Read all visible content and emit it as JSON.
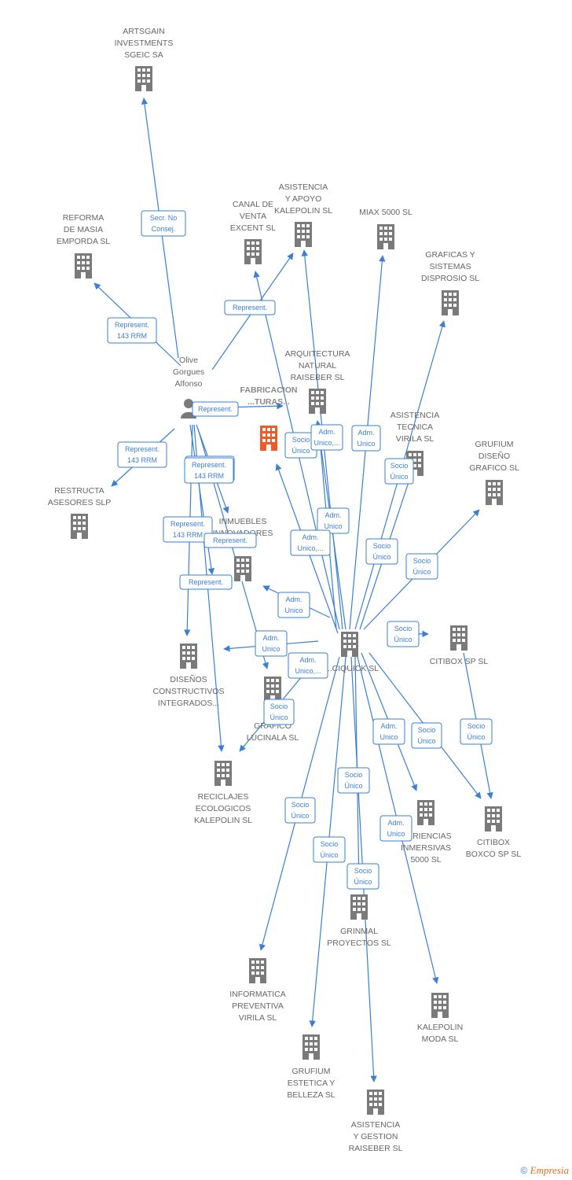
{
  "colors": {
    "edge": "#3a7fd5",
    "building": "#7a7a7a",
    "main_building": "#f05a28",
    "person": "#7a7a7a"
  },
  "nodes": [
    {
      "id": "artsgain",
      "type": "company",
      "lines": [
        "ARTSGAIN",
        "INVESTMENTS",
        "SGEIC SA"
      ]
    },
    {
      "id": "reforma",
      "type": "company",
      "lines": [
        "REFORMA",
        "DE MASIA",
        "EMPORDA SL"
      ]
    },
    {
      "id": "canal",
      "type": "company",
      "lines": [
        "CANAL DE",
        "VENTA",
        "EXCENT SL"
      ]
    },
    {
      "id": "asistencia_apoyo",
      "type": "company",
      "lines": [
        "ASISTENCIA",
        "Y APOYO",
        "KALEPOLIN SL"
      ]
    },
    {
      "id": "miax",
      "type": "company",
      "lines": [
        "MIAX 5000 SL"
      ]
    },
    {
      "id": "graficas",
      "type": "company",
      "lines": [
        "GRAFICAS Y",
        "SISTEMAS",
        "DISPROSIO SL"
      ]
    },
    {
      "id": "arquitectura",
      "type": "company",
      "lines": [
        "ARQUITECTURA",
        "NATURAL",
        "RAISEBER SL"
      ]
    },
    {
      "id": "fabricacion",
      "type": "main",
      "lines": [
        "FABRICACION",
        "...TURAS..."
      ]
    },
    {
      "id": "asist_tecnica",
      "type": "company",
      "lines": [
        "ASISTENCIA",
        "TECNICA",
        "VIRILA SL"
      ]
    },
    {
      "id": "grufium_diseno",
      "type": "company",
      "lines": [
        "GRUFIUM",
        "DISEÑO",
        "GRAFICO SL"
      ]
    },
    {
      "id": "olive",
      "type": "person",
      "lines": [
        "Olive",
        "Gorgues",
        "Alfonso"
      ]
    },
    {
      "id": "restructa",
      "type": "company",
      "lines": [
        "RESTRUCTA",
        "ASESORES SLP"
      ]
    },
    {
      "id": "inmuebles",
      "type": "company",
      "lines": [
        "INMUEBLES",
        "INNOVADORES"
      ]
    },
    {
      "id": "disenos",
      "type": "company",
      "lines": [
        "DISEÑOS",
        "CONSTRUCTIVOS",
        "INTEGRADOS..."
      ]
    },
    {
      "id": "ciquick",
      "type": "company",
      "lines": [
        "...CIQUICK SL"
      ]
    },
    {
      "id": "citibox_sp",
      "type": "company",
      "lines": [
        "CITIBOX SP SL"
      ]
    },
    {
      "id": "lucinala",
      "type": "company",
      "lines": [
        "DI...",
        "GRAFICO",
        "LUCINALA SL"
      ]
    },
    {
      "id": "reciclajes",
      "type": "company",
      "lines": [
        "RECICLAJES",
        "ECOLOGICOS",
        "KALEPOLIN SL"
      ]
    },
    {
      "id": "experiencias",
      "type": "company",
      "lines": [
        "...ERIENCIAS",
        "INMERSIVAS",
        "5000 SL"
      ]
    },
    {
      "id": "citibox_boxco",
      "type": "company",
      "lines": [
        "CITIBOX",
        "BOXCO SP SL"
      ]
    },
    {
      "id": "grinmal",
      "type": "company",
      "lines": [
        "GRINMAL",
        "PROYECTOS SL"
      ]
    },
    {
      "id": "informatica",
      "type": "company",
      "lines": [
        "INFORMATICA",
        "PREVENTIVA",
        "VIRILA SL"
      ]
    },
    {
      "id": "kalepolin_moda",
      "type": "company",
      "lines": [
        "KALEPOLIN",
        "MODA SL"
      ]
    },
    {
      "id": "grufium_estetica",
      "type": "company",
      "lines": [
        "GRUFIUM",
        "ESTETICA Y",
        "BELLEZA SL"
      ]
    },
    {
      "id": "asist_gestion",
      "type": "company",
      "lines": [
        "ASISTENCIA",
        "Y GESTION",
        "RAISEBER SL"
      ]
    }
  ],
  "relations": [
    {
      "lines": [
        "Secr. No",
        "Consej."
      ]
    },
    {
      "lines": [
        "Represent.",
        "143 RRM"
      ]
    },
    {
      "lines": [
        "Represent."
      ]
    },
    {
      "lines": [
        "Represent.",
        "143 RRM"
      ]
    },
    {
      "lines": [
        "Represent."
      ]
    },
    {
      "lines": [
        "Represent.",
        "143 RRM"
      ]
    },
    {
      "lines": [
        "Represent.",
        "143 RRM"
      ]
    },
    {
      "lines": [
        "Represent.",
        "143 RRM"
      ]
    },
    {
      "lines": [
        "Represent."
      ]
    },
    {
      "lines": [
        "Represent."
      ]
    },
    {
      "lines": [
        "Socio",
        "Único"
      ]
    },
    {
      "lines": [
        "Adm.",
        "Unico,..."
      ]
    },
    {
      "lines": [
        "Adm.",
        "Unico"
      ]
    },
    {
      "lines": [
        "Socio",
        "Único"
      ]
    },
    {
      "lines": [
        "Adm.",
        "Unico"
      ]
    },
    {
      "lines": [
        "Adm.",
        "Unico,..."
      ]
    },
    {
      "lines": [
        "Socio",
        "Único"
      ]
    },
    {
      "lines": [
        "Socio",
        "Único"
      ]
    },
    {
      "lines": [
        "Adm.",
        "Unico"
      ]
    },
    {
      "lines": [
        "Socio",
        "Único"
      ]
    },
    {
      "lines": [
        "Adm.",
        "Unico"
      ]
    },
    {
      "lines": [
        "Adm.",
        "Unico,..."
      ]
    },
    {
      "lines": [
        "Socio",
        "Único"
      ]
    },
    {
      "lines": [
        "Adm.",
        "Unico"
      ]
    },
    {
      "lines": [
        "Socio",
        "Único"
      ]
    },
    {
      "lines": [
        "Socio",
        "Único"
      ]
    },
    {
      "lines": [
        "Adm.",
        "Unico"
      ]
    },
    {
      "lines": [
        "Socio",
        "Único"
      ]
    },
    {
      "lines": [
        "Socio",
        "Único"
      ]
    },
    {
      "lines": [
        "Socio",
        "Único"
      ]
    },
    {
      "lines": [
        "Socio",
        "Único"
      ]
    }
  ],
  "footer": {
    "copyright": "©",
    "brand": "Empresia"
  }
}
